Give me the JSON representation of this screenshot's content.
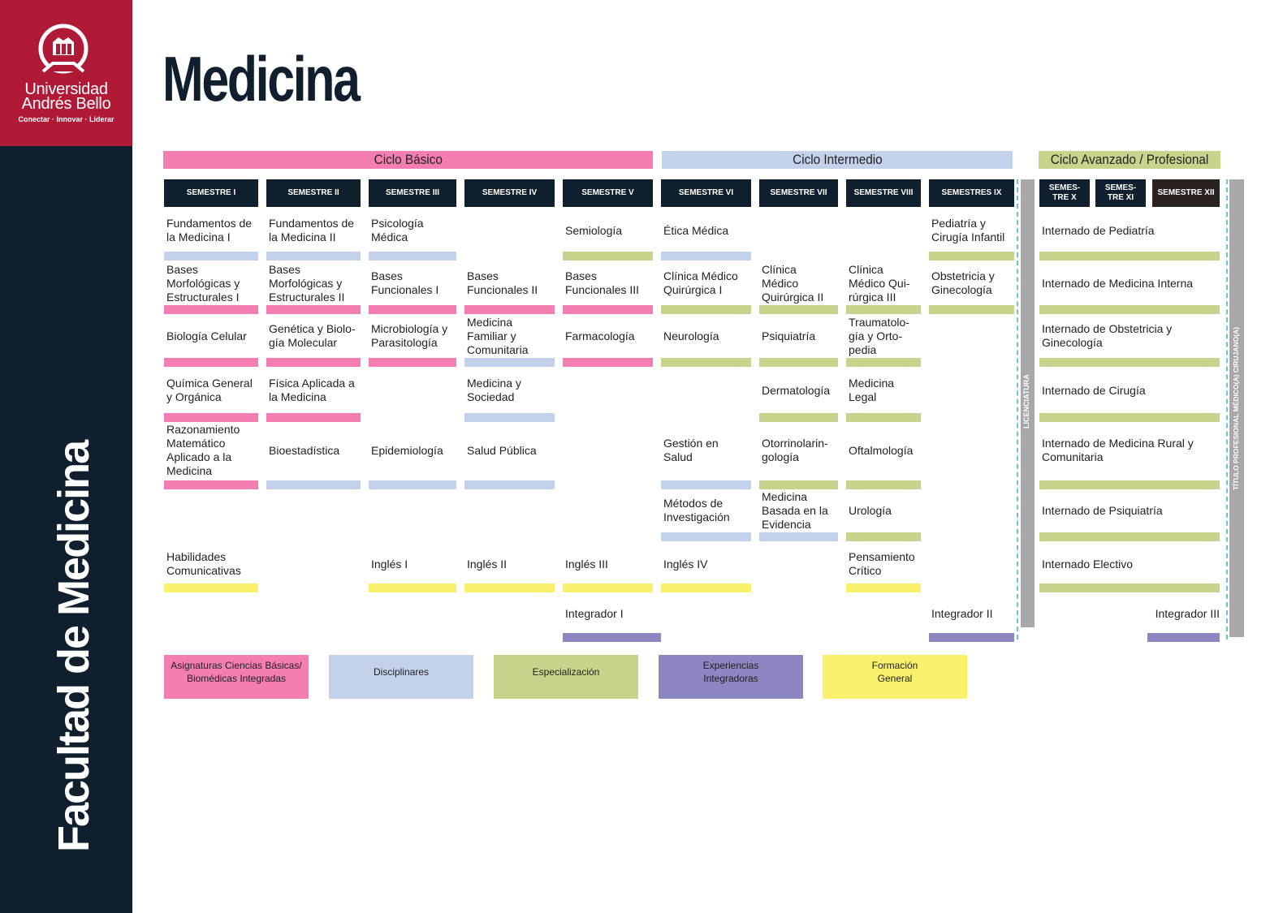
{
  "brand": {
    "name_line1": "Universidad",
    "name_line2": "Andrés Bello",
    "tagline": "Conectar · Innovar · Liderar",
    "faculty": "Facultad de Medicina",
    "colors": {
      "red": "#b01a36",
      "navy": "#0f1f2e"
    }
  },
  "title": "Medicina",
  "cycles": [
    {
      "label": "Ciclo Básico",
      "color": "#f47eb1"
    },
    {
      "label": "Ciclo Intermedio",
      "color": "#c3d2ea"
    },
    {
      "label": "Ciclo Avanzado / Profesional",
      "color": "#c8d48b"
    }
  ],
  "semesters": [
    "SEMESTRE I",
    "SEMESTRE II",
    "SEMESTRE III",
    "SEMESTRE IV",
    "SEMESTRE V",
    "SEMESTRE VI",
    "SEMESTRE VII",
    "SEMESTRE VIII",
    "SEMESTRES IX",
    "SEMES-\nTRE X",
    "SEMES-\nTRE XI",
    "SEMESTRE XII"
  ],
  "category_colors": {
    "basicas": "#f47eb1",
    "disciplinares": "#c3d2ea",
    "especializacion": "#c8d48b",
    "integradoras": "#8c86c2",
    "general": "#f9f06b"
  },
  "columns": {
    "s1": [
      {
        "name": "Fundamentos de\nla Medicina I",
        "cat": "disciplinares"
      },
      {
        "name": "Bases\nMorfológicas  y\nEstructurales I",
        "cat": "basicas"
      },
      {
        "name": "Biología Celular",
        "cat": "basicas"
      },
      {
        "name": "Química General\ny Orgánica",
        "cat": "basicas"
      },
      {
        "name": "Razonamiento\nMatemático\nAplicado a la\nMedicina",
        "cat": "basicas"
      },
      {
        "name": "Habilidades\nComunicativas",
        "cat": "general"
      }
    ],
    "s2": [
      {
        "name": "Fundamentos de\nla Medicina II",
        "cat": "disciplinares"
      },
      {
        "name": "Bases\nMorfológicas  y\nEstructurales II",
        "cat": "basicas"
      },
      {
        "name": "Genética y Biolo-\ngía Molecular",
        "cat": "basicas"
      },
      {
        "name": "Física Aplicada a\nla Medicina",
        "cat": "basicas"
      },
      {
        "name": "Bioestadística",
        "cat": "disciplinares"
      }
    ],
    "s3": [
      {
        "name": "Psicología\nMédica",
        "cat": "disciplinares"
      },
      {
        "name": "Bases\nFuncionales I",
        "cat": "basicas"
      },
      {
        "name": "Microbiología y\nParasitología",
        "cat": "basicas"
      },
      {
        "name": "Epidemiología",
        "cat": "disciplinares"
      },
      {
        "name": "Inglés I",
        "cat": "general"
      }
    ],
    "s4": [
      {
        "name": "Bases\nFuncionales II",
        "cat": "basicas"
      },
      {
        "name": "Medicina\nFamiliar y\nComunitaria",
        "cat": "disciplinares"
      },
      {
        "name": "Medicina y\nSociedad",
        "cat": "disciplinares"
      },
      {
        "name": "Salud Pública",
        "cat": "disciplinares"
      },
      {
        "name": "Inglés II",
        "cat": "general"
      }
    ],
    "s5": [
      {
        "name": "Semiología",
        "cat": "especializacion"
      },
      {
        "name": "Bases\nFuncionales III",
        "cat": "basicas"
      },
      {
        "name": "Farmacología",
        "cat": "basicas"
      },
      {
        "name": "Inglés III",
        "cat": "general"
      },
      {
        "name": "Integrador I",
        "cat": "integradoras"
      }
    ],
    "s6": [
      {
        "name": "Ética  Médica",
        "cat": "disciplinares"
      },
      {
        "name": "Clínica Médico\nQuirúrgica   I",
        "cat": "especializacion"
      },
      {
        "name": "Neurología",
        "cat": "especializacion"
      },
      {
        "name": "Gestión  en\nSalud",
        "cat": "disciplinares"
      },
      {
        "name": "Métodos de\nInvestigación",
        "cat": "disciplinares"
      },
      {
        "name": "Inglés IV",
        "cat": "general"
      }
    ],
    "s7": [
      {
        "name": "Clínica\nMédico\nQuirúrgica  II",
        "cat": "especializacion"
      },
      {
        "name": "Psiquiatría",
        "cat": "especializacion"
      },
      {
        "name": "Dermatología",
        "cat": "especializacion"
      },
      {
        "name": "Otorrinolarin-\ngología",
        "cat": "especializacion"
      },
      {
        "name": "Medicina\nBasada en la\nEvidencia",
        "cat": "disciplinares"
      }
    ],
    "s8": [
      {
        "name": "Clínica\nMédico Qui-\nrúrgica  III",
        "cat": "especializacion"
      },
      {
        "name": "Traumatolo-\ngía  y Orto-\npedia",
        "cat": "especializacion"
      },
      {
        "name": "Medicina\nLegal",
        "cat": "especializacion"
      },
      {
        "name": "Oftalmología",
        "cat": "especializacion"
      },
      {
        "name": "Urología",
        "cat": "especializacion"
      },
      {
        "name": "Pensamiento\nCrítico",
        "cat": "general"
      }
    ],
    "s9": [
      {
        "name": "Pediatría  y\nCirugía Infantil",
        "cat": "especializacion"
      },
      {
        "name": "Obstetricia y\nGinecología",
        "cat": "especializacion"
      },
      {
        "name": "Integrador II",
        "cat": "integradoras"
      }
    ],
    "internships": [
      "Internado de Pediatría",
      "Internado de Medicina  Interna",
      "Internado  de Obstetricia y\nGinecología",
      "Internado de Cirugía",
      "Internado de Medicina  Rural y\nComunitaria",
      "Internado de Psiquiatría",
      "Internado Electivo"
    ],
    "integrador3": "Integrador III"
  },
  "vertical_labels": {
    "licenciatura": "LICENCIATURA",
    "titulo": "TÍTULO PROFESIONAL MÉDICO(A) CIRUJANO(A)"
  },
  "legend": [
    {
      "label": "Asignaturas Ciencias Básicas/\nBiomédicas Integradas",
      "color": "#f47eb1"
    },
    {
      "label": "Disciplinares",
      "color": "#c3d2ea"
    },
    {
      "label": "Especialización",
      "color": "#c8d48b"
    },
    {
      "label": "Experiencias\nIntegradoras",
      "color": "#8c86c2"
    },
    {
      "label": "Formación\nGeneral",
      "color": "#f9f06b"
    }
  ]
}
